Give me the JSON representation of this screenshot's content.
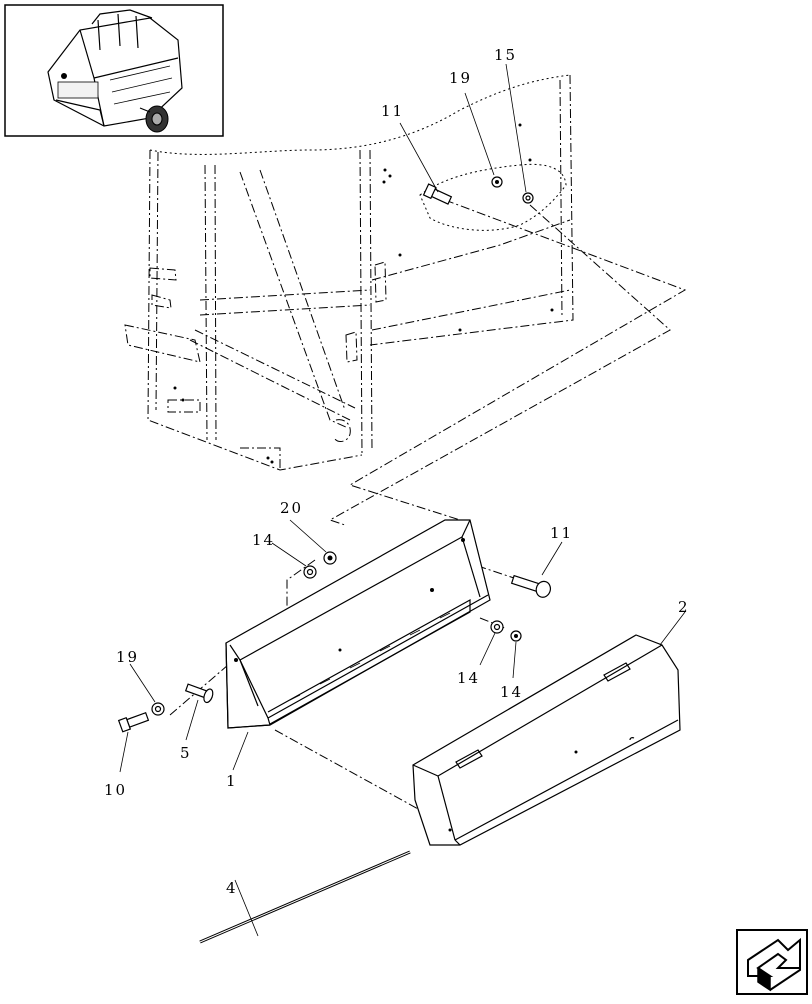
{
  "callouts": [
    {
      "id": "c11a",
      "label": "11"
    },
    {
      "id": "c19a",
      "label": "19"
    },
    {
      "id": "c15",
      "label": "15"
    },
    {
      "id": "c20",
      "label": "20"
    },
    {
      "id": "c14a",
      "label": "14"
    },
    {
      "id": "c11b",
      "label": "11"
    },
    {
      "id": "c2",
      "label": "2"
    },
    {
      "id": "c14b",
      "label": "14"
    },
    {
      "id": "c14c",
      "label": "14"
    },
    {
      "id": "c19b",
      "label": "19"
    },
    {
      "id": "c5",
      "label": "5"
    },
    {
      "id": "c10",
      "label": "10"
    },
    {
      "id": "c1",
      "label": "1"
    },
    {
      "id": "c4",
      "label": "4"
    }
  ],
  "icons": {
    "thumbnail": "baler-thumbnail-icon",
    "navigation": "next-page-arrow-icon"
  }
}
